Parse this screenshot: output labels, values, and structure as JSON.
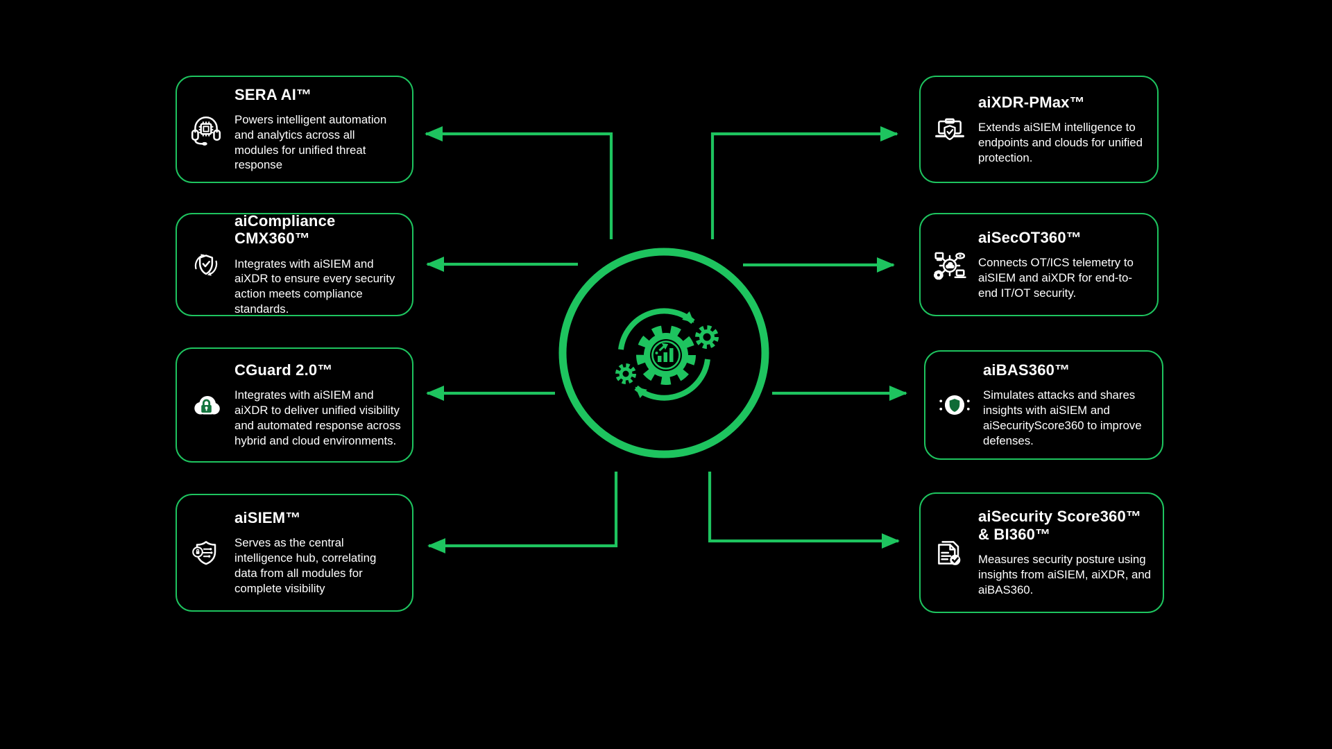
{
  "title": "Seceon platform modules diagram",
  "colors": {
    "background": "#000000",
    "accent_green": "#1EC45F",
    "lock_green": "#13753E",
    "shield_green": "#0E6B36",
    "text": "#FFFFFF"
  },
  "center": {
    "name": "automation-analytics-hub",
    "icon": "gears-analytics-sync-icon"
  },
  "cards": [
    {
      "id": "sera",
      "title": "SERA AI™",
      "description": "Powers intelligent automation and analytics across all modules for unified threat response",
      "icon": "headset-ai-chip-icon"
    },
    {
      "id": "compliance",
      "title": "aiCompliance CMX360™",
      "description": "Integrates with aiSIEM and aiXDR to ensure every security action meets compliance standards.",
      "icon": "shield-check-sync-icon"
    },
    {
      "id": "cguard",
      "title": "CGuard 2.0™",
      "description": "Integrates with aiSIEM and aiXDR to deliver unified visibility and automated response across hybrid and cloud environments.",
      "icon": "cloud-lock-icon"
    },
    {
      "id": "aisiem",
      "title": "aiSIEM™",
      "description": "Serves as the central intelligence hub, correlating data from all modules for complete visibility",
      "icon": "shield-circuit-icon"
    },
    {
      "id": "aixdr",
      "title": "aiXDR-PMax™",
      "description": "Extends aiSIEM intelligence to endpoints and clouds for unified protection.",
      "icon": "laptop-shield-icon"
    },
    {
      "id": "aisecot",
      "title": "aiSecOT360™",
      "description": "Connects OT/ICS telemetry to aiSIEM and aiXDR for end-to-end IT/OT security.",
      "icon": "ot-network-icon"
    },
    {
      "id": "aibas",
      "title": "aiBAS360™",
      "description": "Simulates attacks and shares insights with aiSIEM and aiSecurityScore360 to improve defenses.",
      "icon": "shield-badge-icon"
    },
    {
      "id": "aiscore",
      "title": "aiSecurity Score360™ & BI360™",
      "description": "Measures security posture using insights from aiSIEM, aiXDR, and aiBAS360.",
      "icon": "report-check-icon"
    }
  ]
}
